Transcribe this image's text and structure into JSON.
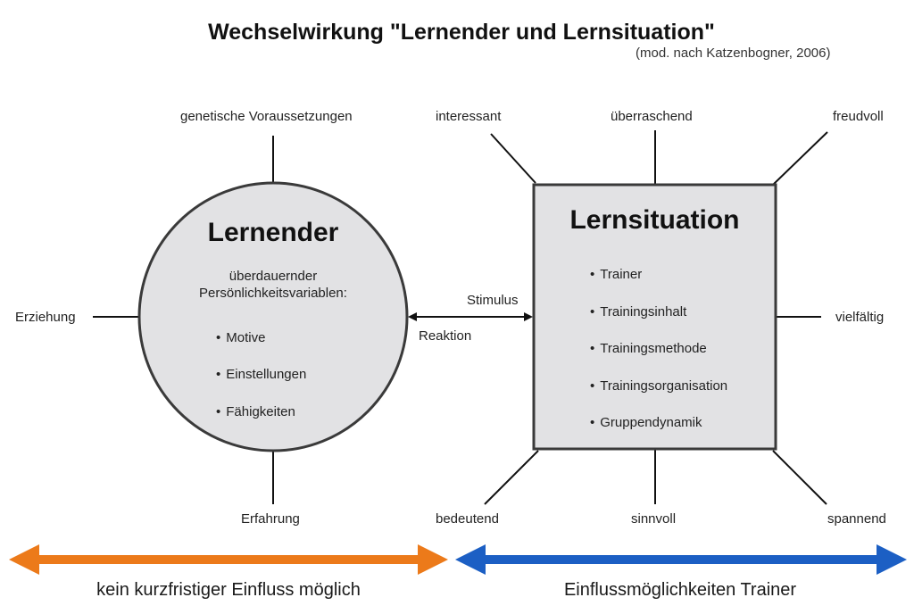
{
  "title": "Wechselwirkung \"Lernender und Lernsituation\"",
  "subtitle": "(mod. nach Katzenbogner, 2006)",
  "learner": {
    "heading": "Lernender",
    "subheading_line1": "überdauernder",
    "subheading_line2": "Persönlichkeitsvariablen:",
    "items": [
      "Motive",
      "Einstellungen",
      "Fähigkeiten"
    ],
    "connectors": {
      "top": "genetische Voraussetzungen",
      "left": "Erziehung",
      "bottom": "Erfahrung"
    }
  },
  "situation": {
    "heading": "Lernsituation",
    "items": [
      "Trainer",
      "Trainingsinhalt",
      "Trainingsmethode",
      "Trainingsorganisation",
      "Gruppendynamik"
    ],
    "connectors": {
      "top_left": "interessant",
      "top": "überraschend",
      "top_right": "freudvoll",
      "right": "vielfältig",
      "bottom_left": "bedeutend",
      "bottom": "sinnvoll",
      "bottom_right": "spannend"
    }
  },
  "interaction": {
    "stimulus": "Stimulus",
    "reaction": "Reaktion"
  },
  "influence": {
    "left_label": "kein kurzfristiger Einfluss möglich",
    "right_label": "Einflussmöglichkeiten Trainer",
    "left_color": "#ec7a1a",
    "right_color": "#1c5fc4"
  }
}
